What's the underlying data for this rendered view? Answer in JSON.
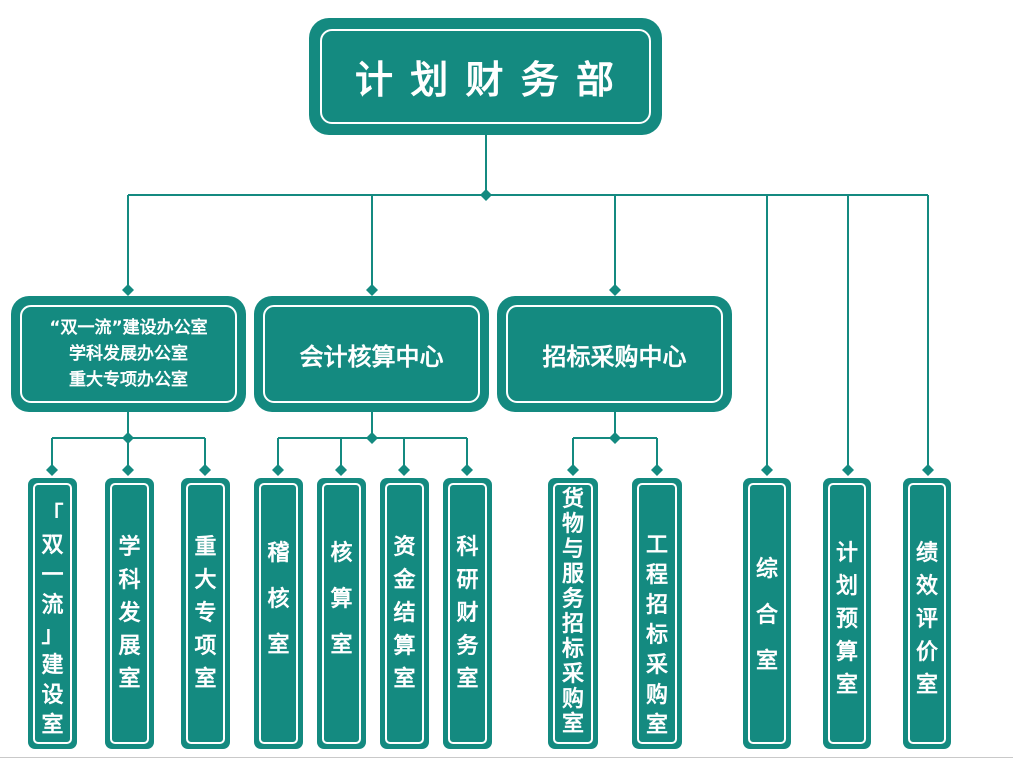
{
  "colors": {
    "box_fill": "#148a80",
    "line": "#148a80",
    "text": "#ffffff"
  },
  "root": {
    "label": "计 划 财 务 部"
  },
  "level2": [
    {
      "lines": [
        "“双一流”建设办公室",
        "学科发展办公室",
        "重大专项办公室"
      ]
    },
    {
      "lines": [
        "会计核算中心"
      ]
    },
    {
      "lines": [
        "招标采购中心"
      ]
    }
  ],
  "leaves": [
    {
      "label": "「双一流」建设室"
    },
    {
      "label": "学科发展室"
    },
    {
      "label": "重大专项室"
    },
    {
      "label": "稽核室"
    },
    {
      "label": "核算室"
    },
    {
      "label": "资金结算室"
    },
    {
      "label": "科研财务室"
    },
    {
      "label": "货物与服务招标采购室"
    },
    {
      "label": "工程招标采购室"
    },
    {
      "label": "综合室"
    },
    {
      "label": "计划预算室"
    },
    {
      "label": "绩效评价室"
    }
  ]
}
